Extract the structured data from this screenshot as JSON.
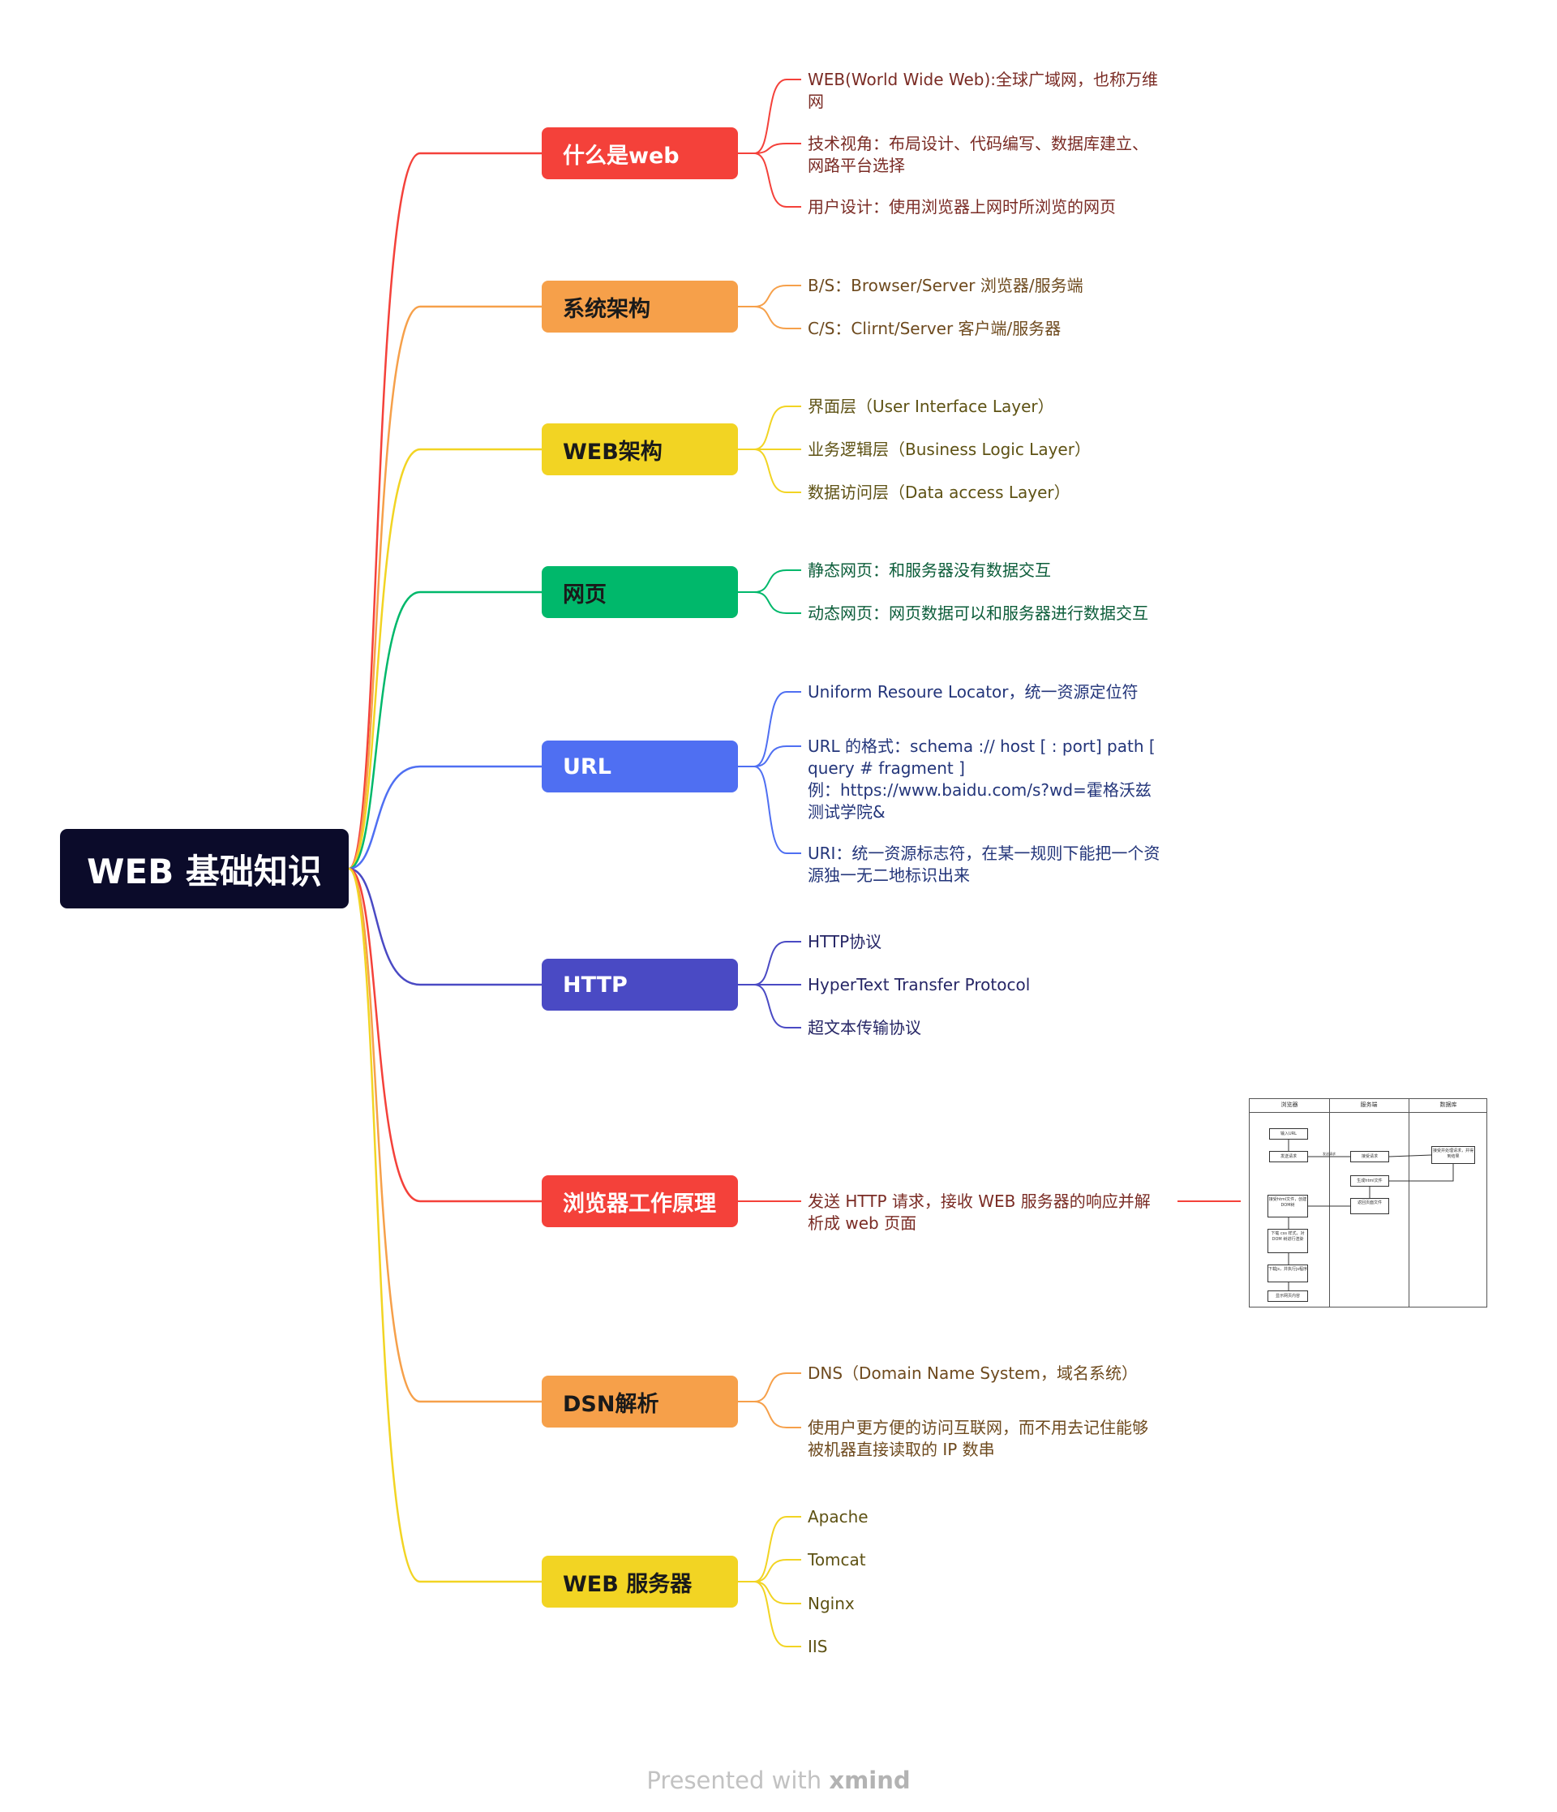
{
  "root": {
    "label": "WEB 基础知识"
  },
  "topics": [
    {
      "id": "what-is-web",
      "label": "什么是web",
      "color": "#f4413a",
      "text_color": "#ffffff",
      "sub_color": "#7a2b24",
      "children": [
        "WEB(World Wide Web):全球广域网，也称万维\n网",
        "技术视角：布局设计、代码编写、数据库建立、\n网路平台选择",
        "用户设计：使用浏览器上网时所浏览的网页"
      ]
    },
    {
      "id": "system-architecture",
      "label": "系统架构",
      "color": "#f6a04a",
      "text_color": "#1a1a1a",
      "sub_color": "#6e4a1e",
      "children": [
        "B/S：Browser/Server 浏览器/服务端",
        "C/S：Clirnt/Server 客户端/服务器"
      ]
    },
    {
      "id": "web-architecture",
      "label": "WEB架构",
      "color": "#f2d423",
      "text_color": "#1a1a1a",
      "sub_color": "#5e5214",
      "children": [
        "界面层（User Interface Layer）",
        "业务逻辑层（Business Logic Layer）",
        "数据访问层（Data access Layer）"
      ]
    },
    {
      "id": "web-page",
      "label": "网页",
      "color": "#00b86b",
      "text_color": "#1a1a1a",
      "sub_color": "#0c5d3a",
      "children": [
        "静态网页：和服务器没有数据交互",
        "动态网页：网页数据可以和服务器进行数据交互"
      ]
    },
    {
      "id": "url",
      "label": "URL",
      "color": "#4f6ff2",
      "text_color": "#ffffff",
      "sub_color": "#23357a",
      "children": [
        "Uniform Resoure Locator，统一资源定位符",
        "URL 的格式：schema :// host [ : port] path [\nquery # fragment ]\n 例：https://www.baidu.com/s?wd=霍格沃兹\n测试学院&",
        "URI：统一资源标志符，在某一规则下能把一个资\n源独一无二地标识出来"
      ]
    },
    {
      "id": "http",
      "label": "HTTP",
      "color": "#4a4ac4",
      "text_color": "#ffffff",
      "sub_color": "#262666",
      "children": [
        "HTTP协议",
        "HyperText Transfer Protocol",
        "超文本传输协议"
      ]
    },
    {
      "id": "browser-principle",
      "label": "浏览器工作原理",
      "color": "#f4413a",
      "text_color": "#ffffff",
      "sub_color": "#7a2b24",
      "children": [
        "发送 HTTP 请求，接收 WEB 服务器的响应并解\n析成 web 页面"
      ]
    },
    {
      "id": "dns",
      "label": "DSN解析",
      "color": "#f6a04a",
      "text_color": "#1a1a1a",
      "sub_color": "#6e4a1e",
      "children": [
        "DNS（Domain Name System，域名系统）",
        "使用户更方便的访问互联网，而不用去记住能够\n被机器直接读取的 IP 数串"
      ]
    },
    {
      "id": "web-server",
      "label": "WEB 服务器",
      "color": "#f2d423",
      "text_color": "#1a1a1a",
      "sub_color": "#5e5214",
      "children": [
        "Apache",
        "Tomcat",
        "Nginx",
        "IIS"
      ]
    }
  ],
  "flowchart": {
    "columns": [
      "浏览器",
      "服务端",
      "数据库"
    ],
    "boxes": [
      "输入URL",
      "发送请求",
      "接受请求",
      "发送请求",
      "接受并处理请求，并得到结果",
      "生成html文件",
      "返回页面文件",
      "接受html文件，创建DOM树",
      "下载 css 样式，对 DOM 树进行渲染",
      "下载js，并执行js程序",
      "显示网页内容"
    ]
  },
  "footer": {
    "prefix": "Presented with ",
    "brand": "xmind"
  }
}
